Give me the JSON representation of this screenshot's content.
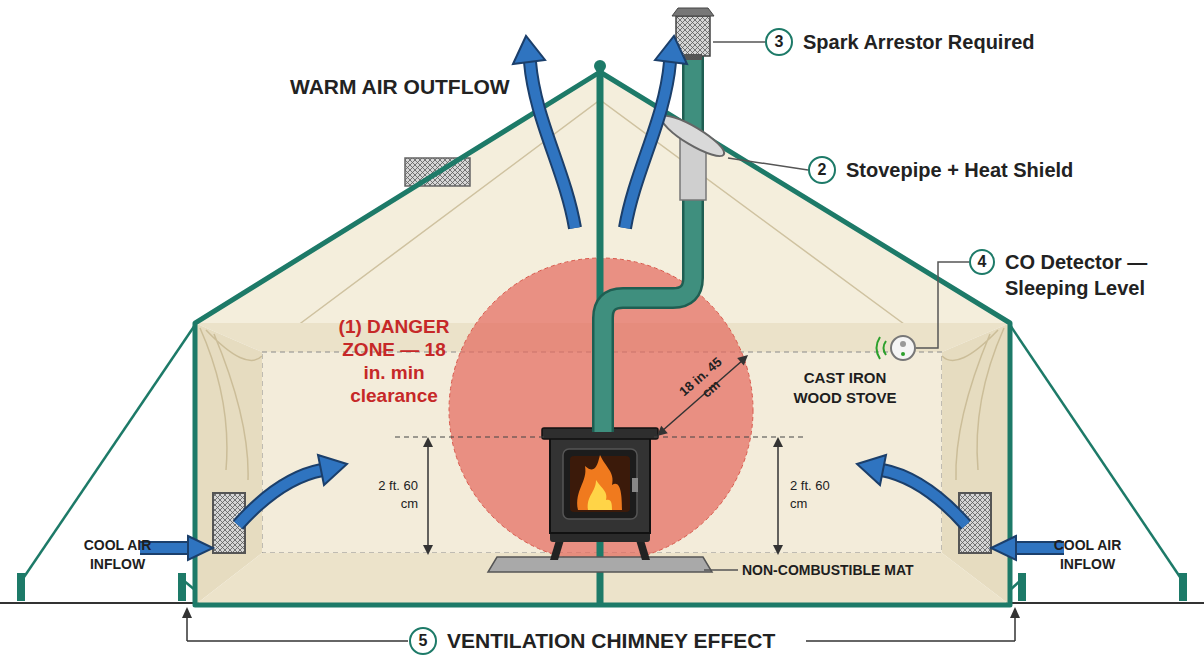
{
  "diagram": {
    "nodes": [
      {
        "text": [
          "3",
          "Spark Arrestor Required"
        ]
      },
      {
        "text": [
          "2",
          "Stovepipe + Heat Shield"
        ]
      },
      {
        "text": [
          "4",
          "CO Detector — Sleeping Level"
        ]
      },
      {
        "text": [
          "(1) DANGER ZONE — 18 in. min clearance"
        ]
      },
      {
        "text": [
          "5",
          "VENTILATION CHIMNEY EFFECT"
        ]
      }
    ],
    "labels": [
      "WARM AIR OUTFLOW",
      "18 in. 45 cm",
      "CAST IRON WOOD STOVE",
      "2 ft. 60 cm",
      "2 ft. 60 cm",
      "COOL AIR INFLOW",
      "COOL AIR INFLOW",
      "NON-COMBUSTIBLE MAT"
    ]
  }
}
